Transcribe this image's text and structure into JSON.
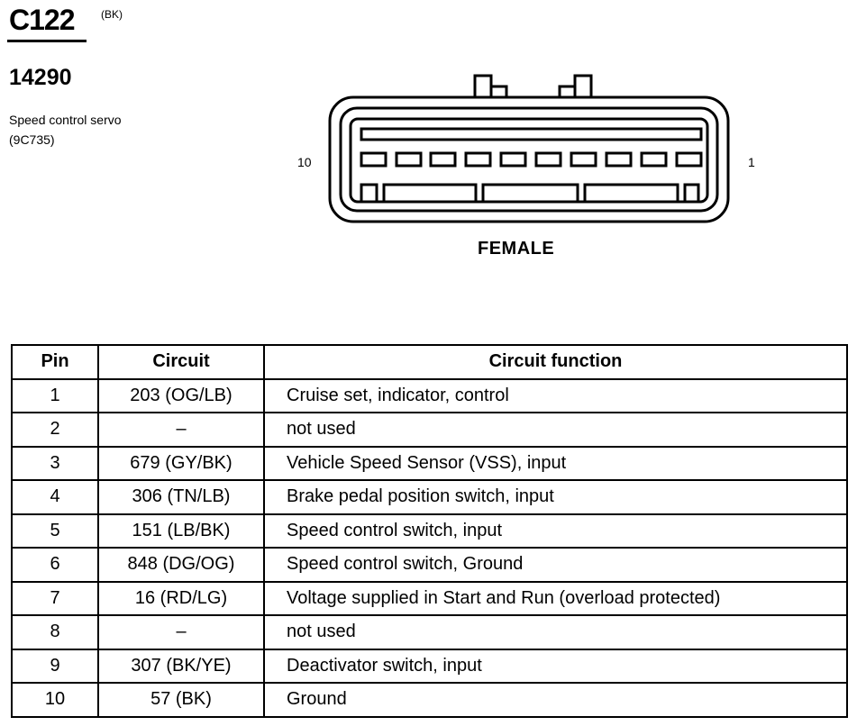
{
  "connector": {
    "id": "C122",
    "color_code": "(BK)",
    "part_number": "14290",
    "description_line1": "Speed control servo",
    "description_line2": "(9C735)",
    "pin_label_left": "10",
    "pin_label_right": "1",
    "gender": "FEMALE"
  },
  "table": {
    "headers": {
      "pin": "Pin",
      "circuit": "Circuit",
      "function": "Circuit function"
    },
    "rows": [
      {
        "pin": "1",
        "circuit": "203 (OG/LB)",
        "function": "Cruise set, indicator, control"
      },
      {
        "pin": "2",
        "circuit": "–",
        "function": "not used"
      },
      {
        "pin": "3",
        "circuit": "679 (GY/BK)",
        "function": "Vehicle Speed Sensor (VSS), input"
      },
      {
        "pin": "4",
        "circuit": "306 (TN/LB)",
        "function": "Brake pedal position switch, input"
      },
      {
        "pin": "5",
        "circuit": "151 (LB/BK)",
        "function": "Speed control switch, input"
      },
      {
        "pin": "6",
        "circuit": "848 (DG/OG)",
        "function": "Speed control switch, Ground"
      },
      {
        "pin": "7",
        "circuit": "16 (RD/LG)",
        "function": "Voltage supplied in Start and Run (overload protected)"
      },
      {
        "pin": "8",
        "circuit": "–",
        "function": "not used"
      },
      {
        "pin": "9",
        "circuit": "307 (BK/YE)",
        "function": "Deactivator switch, input"
      },
      {
        "pin": "10",
        "circuit": "57 (BK)",
        "function": "Ground"
      }
    ]
  }
}
